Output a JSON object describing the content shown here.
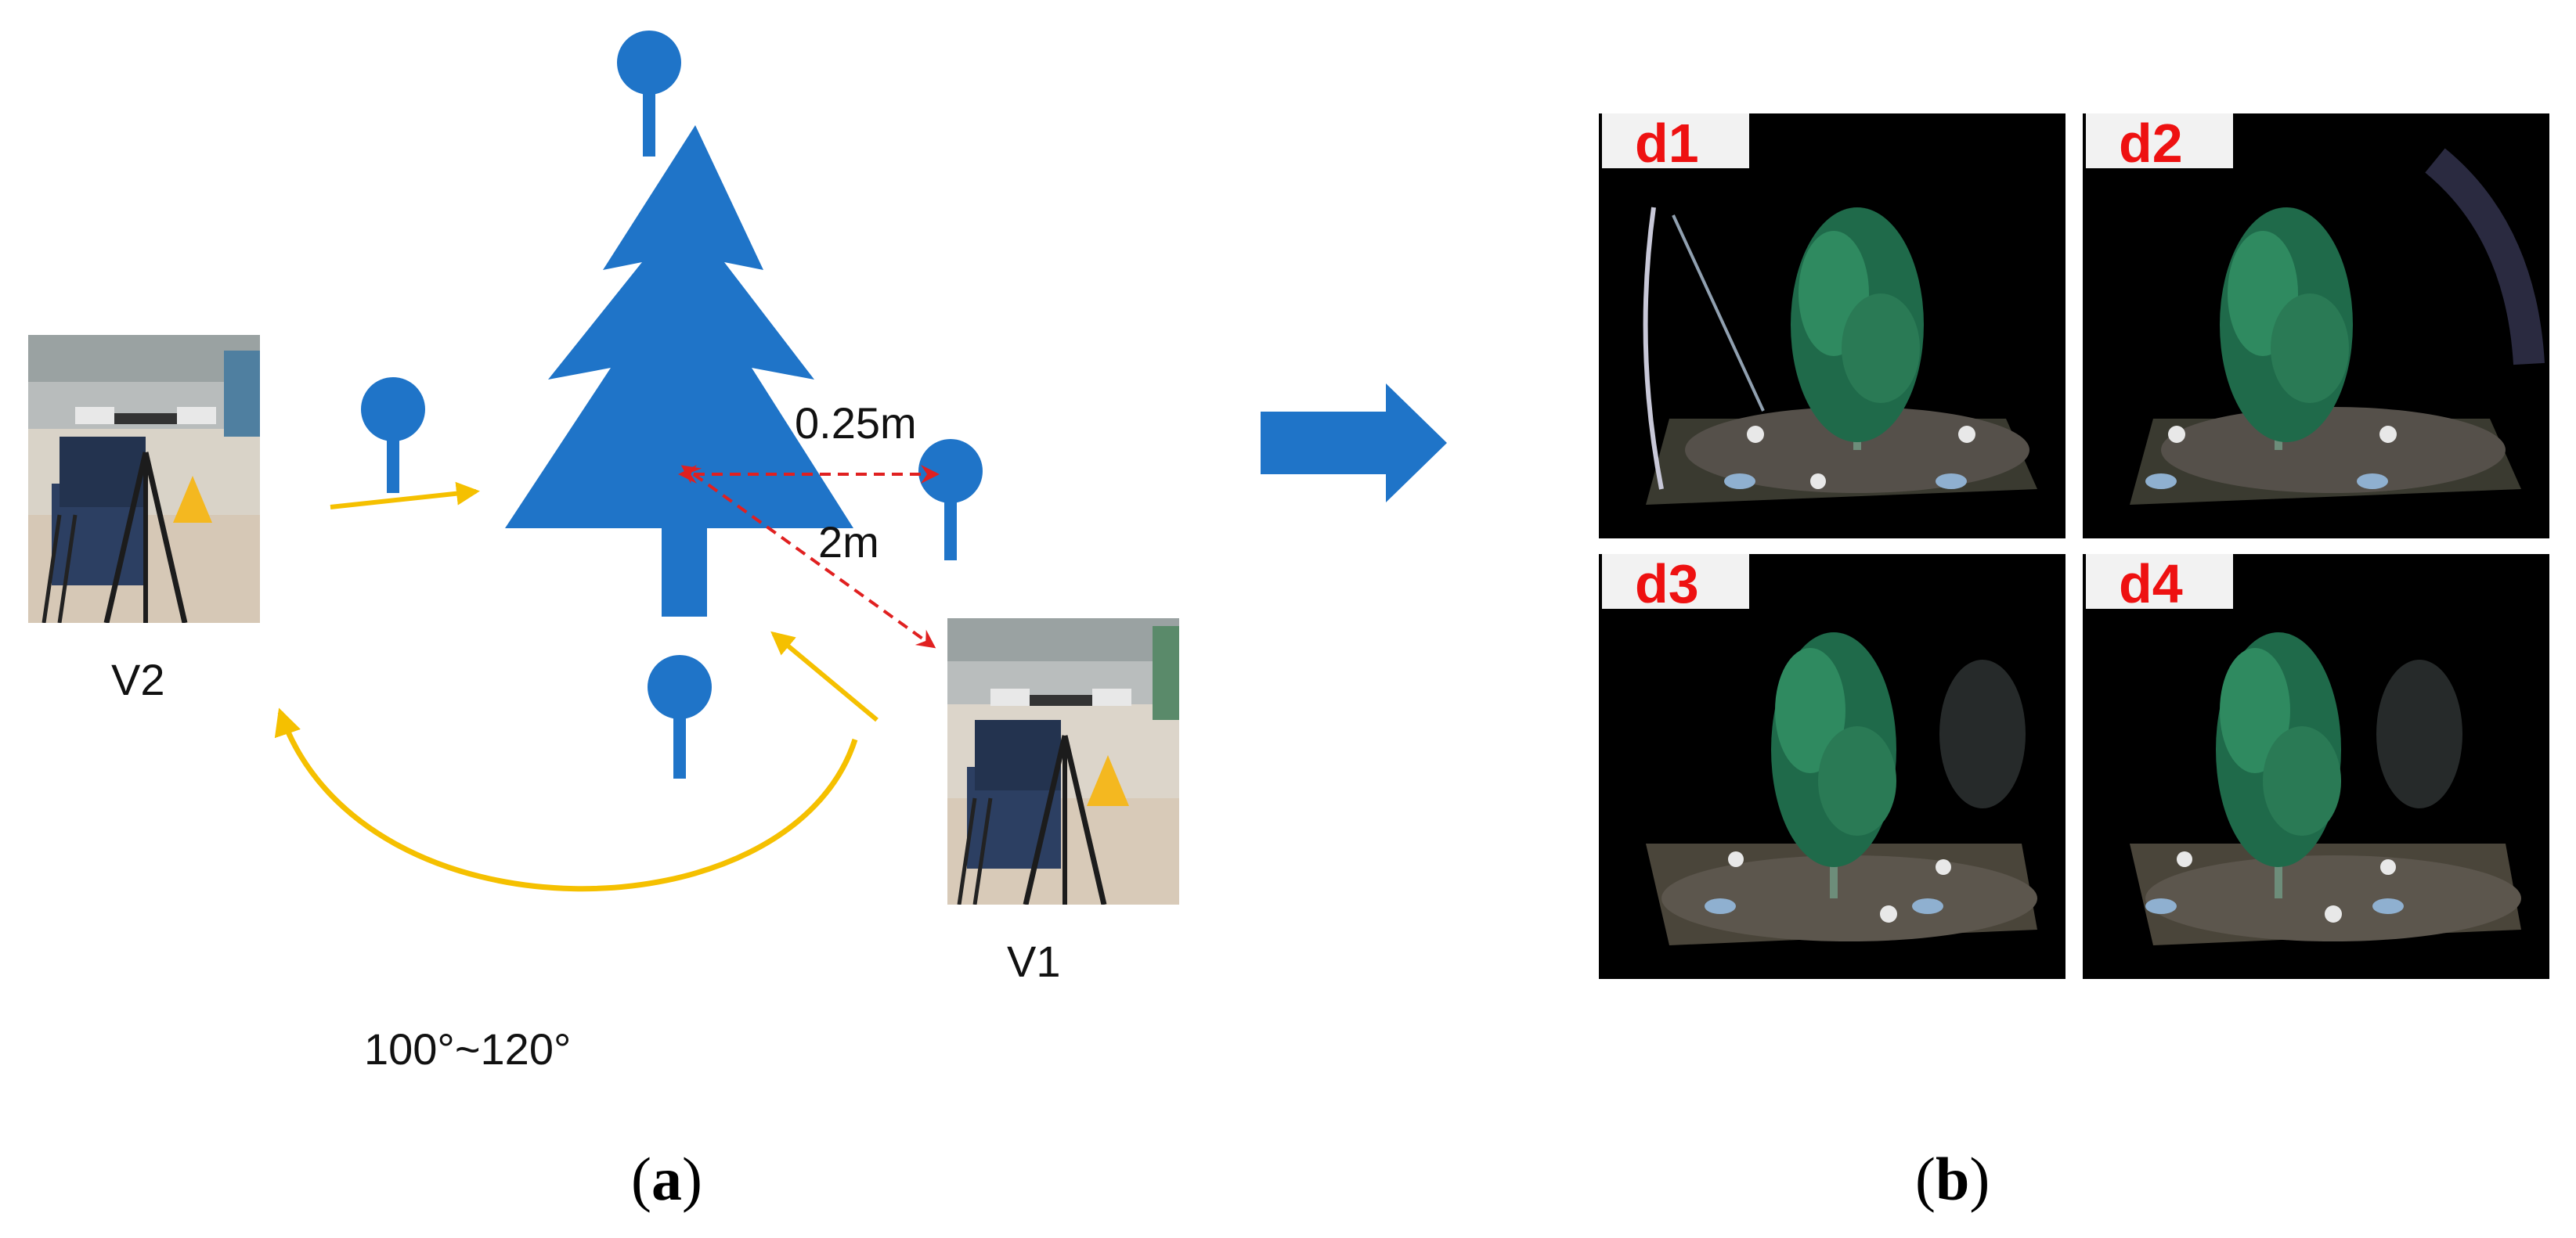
{
  "panel_a": {
    "labels": {
      "v2": "V2",
      "v1": "V1",
      "distance_near": "0.25m",
      "distance_far": "2m",
      "angle_range": "100°~120°"
    },
    "caption": {
      "open": "(",
      "letter": "a",
      "close": ")"
    }
  },
  "panel_b": {
    "thumbnails": [
      {
        "tag": "d1"
      },
      {
        "tag": "d2"
      },
      {
        "tag": "d3"
      },
      {
        "tag": "d4"
      }
    ],
    "caption": {
      "open": "(",
      "letter": "b",
      "close": ")"
    }
  },
  "colors": {
    "tree_blue": "#1f74c8",
    "arrow_yellow": "#f5c000",
    "dimension_red": "#e02020",
    "tag_red": "#ee1111"
  }
}
